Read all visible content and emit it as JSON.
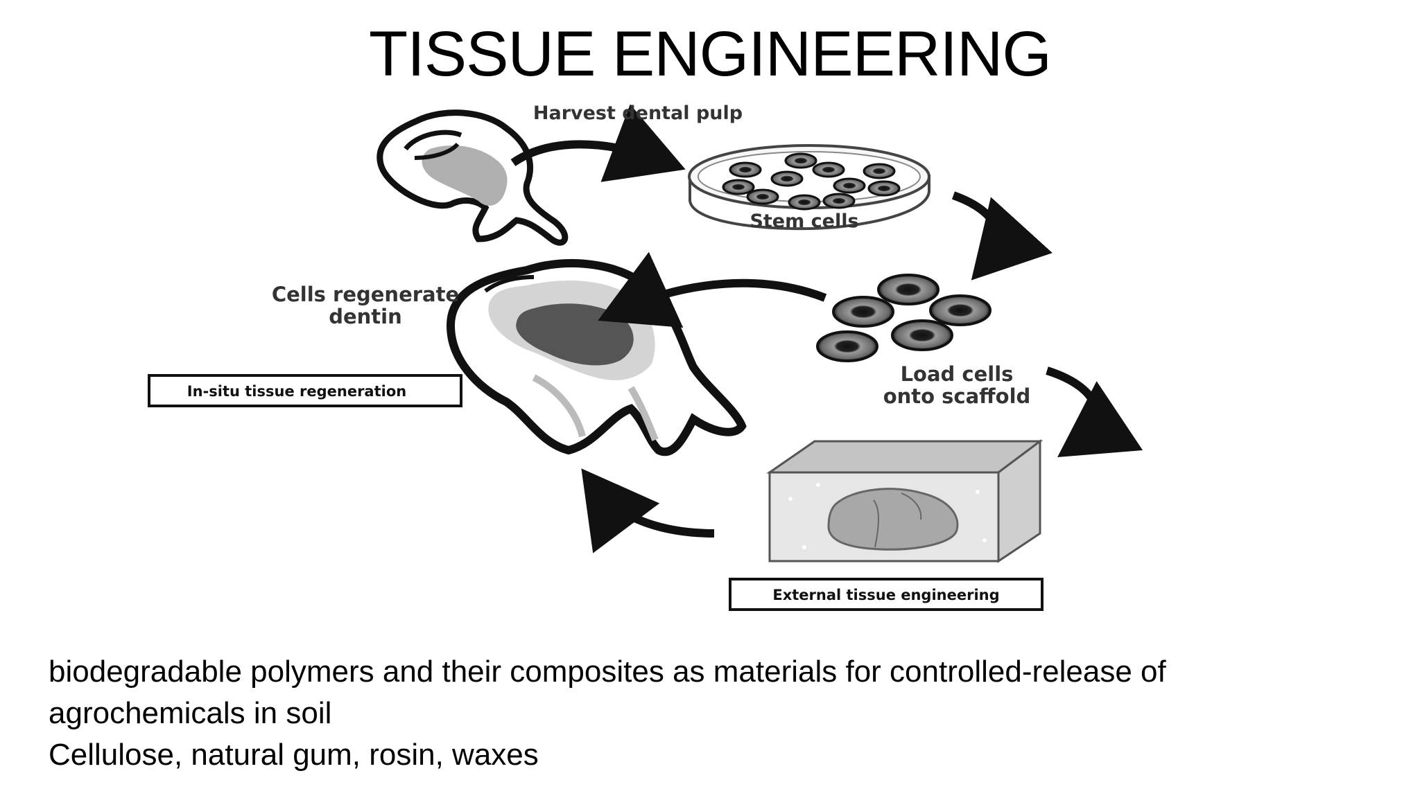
{
  "slide": {
    "title": "TISSUE ENGINEERING"
  },
  "diagram": {
    "labels": {
      "harvest": "Harvest dental pulp",
      "stem_cells": "Stem cells",
      "load_line1": "Load cells",
      "load_line2": "onto scaffold",
      "regenerate_line1": "Cells regenerate",
      "regenerate_line2": "dentin",
      "in_situ": "In-situ tissue regeneration",
      "external": "External tissue engineering"
    },
    "icons": [
      "tooth-icon",
      "petri-dish-icon",
      "cells-icon",
      "scaffold-box-icon",
      "regenerated-tooth-icon",
      "curved-arrow-icon"
    ]
  },
  "body": {
    "line1": "biodegradable polymers and their composites as materials for controlled-release of",
    "line2": "agrochemicals in soil",
    "line3": "Cellulose, natural gum, rosin, waxes"
  }
}
